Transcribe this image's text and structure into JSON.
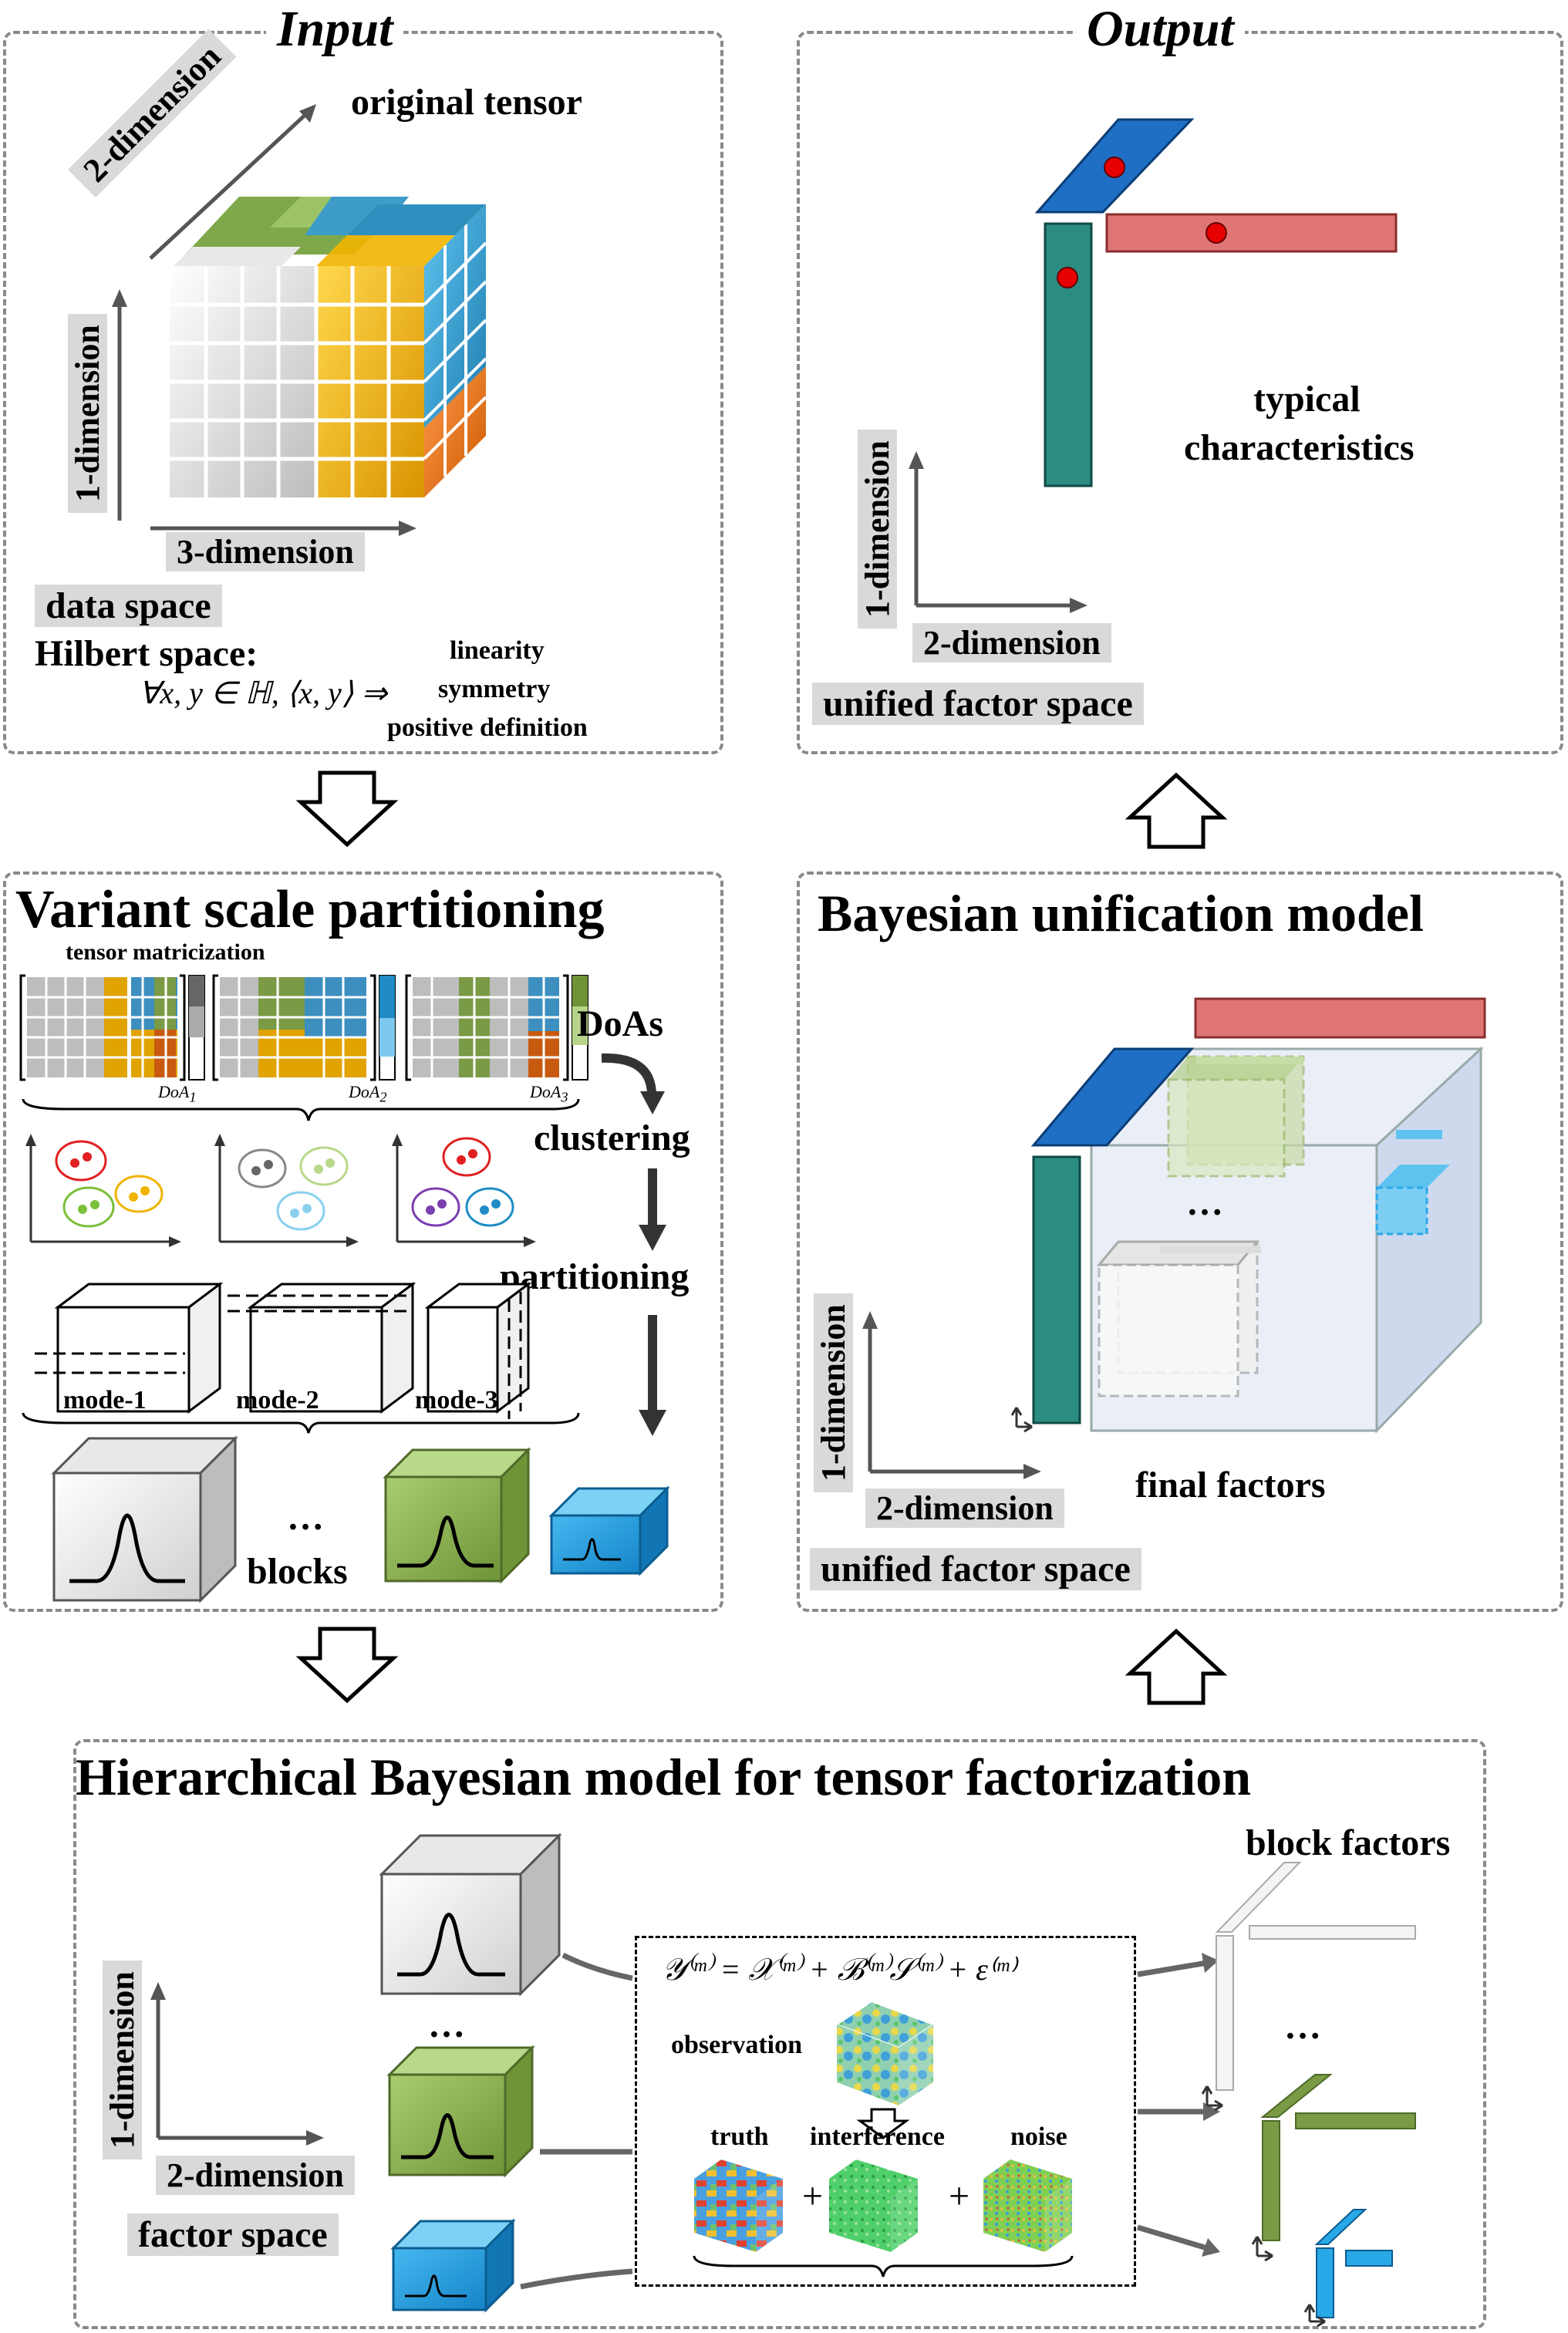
{
  "input": {
    "title": "Input",
    "original_tensor": "original tensor",
    "dim2": "2-dimension",
    "dim1": "1-dimension",
    "dim3": "3-dimension",
    "data_space": "data space",
    "hilbert": "Hilbert space:",
    "formula": "∀x, y ∈ ℍ, ⟨x, y⟩ ⇒",
    "prop1": "linearity",
    "prop2": "symmetry",
    "prop3": "positive definition"
  },
  "output": {
    "title": "Output",
    "typical": "typical",
    "characteristics": "characteristics",
    "dim1": "1-dimension",
    "dim2": "2-dimension",
    "space": "unified factor space"
  },
  "partition": {
    "title": "Variant scale partitioning",
    "matricization": "tensor matricization",
    "doa1": "DoA",
    "doa1_sub": "1",
    "doa2": "DoA",
    "doa2_sub": "2",
    "doa3": "DoA",
    "doa3_sub": "3",
    "doas": "DoAs",
    "clustering": "clustering",
    "partitioning": "partitioning",
    "mode1": "mode-1",
    "mode2": "mode-2",
    "mode3": "mode-3",
    "ellipsis": "…",
    "blocks": "blocks"
  },
  "unification": {
    "title": "Bayesian unification model",
    "ellipsis": "…",
    "dim1": "1-dimension",
    "dim2": "2-dimension",
    "final": "final factors",
    "space": "unified factor space"
  },
  "hierarchical": {
    "title": "Hierarchical Bayesian model for tensor factorization",
    "block_factors": "block factors",
    "dim1": "1-dimension",
    "dim2": "2-dimension",
    "space": "factor space",
    "equation": "𝒴⁽ᵐ⁾ = 𝒳⁽ᵐ⁾ + ℬ⁽ᵐ⁾𝒮⁽ᵐ⁾ + ε⁽ᵐ⁾",
    "observation": "observation",
    "truth": "truth",
    "interference": "interference",
    "noise": "noise",
    "plus": "+",
    "ellipsis": "…"
  },
  "colors": {
    "green": "#7a9a45",
    "blue": "#3399cc",
    "orange": "#f0a800",
    "teal": "#2b8c82",
    "salmon": "#e07575",
    "darkblue": "#1f6fc5",
    "lightblue": "#29a8e8"
  }
}
